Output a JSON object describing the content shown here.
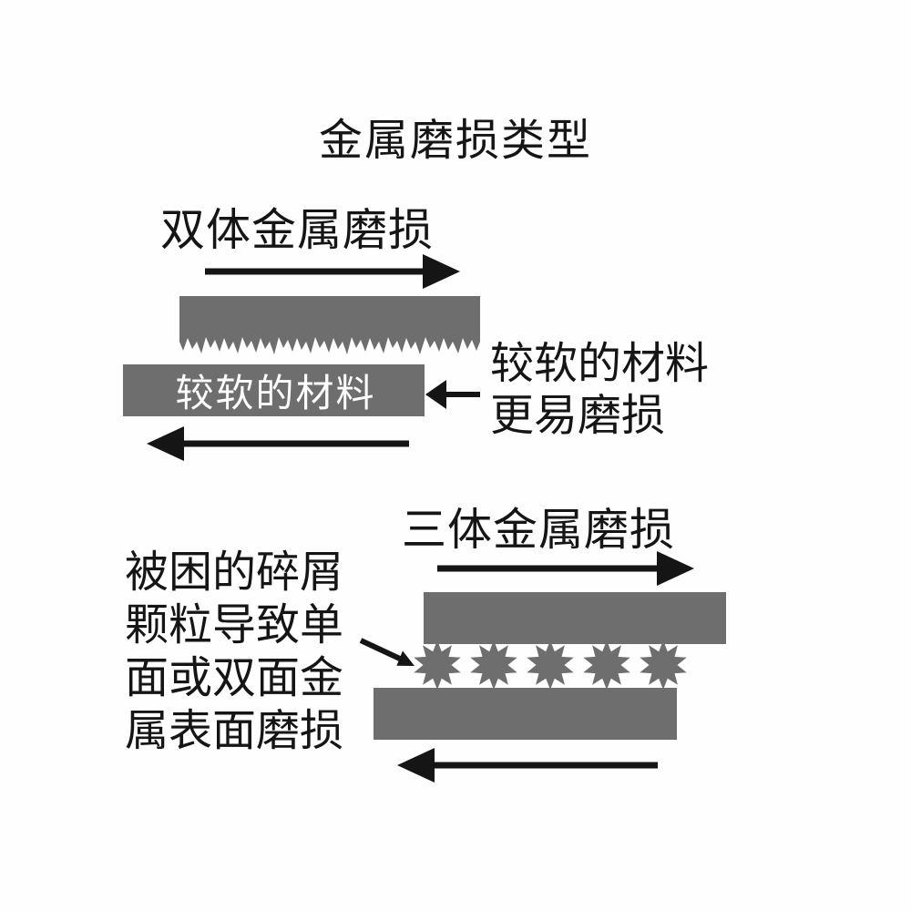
{
  "title": "金属磨损类型",
  "colors": {
    "block_gray": "#6e6e6e",
    "ink_black": "#151515",
    "background": "#fefefe",
    "soft_block_text": "#ffffff"
  },
  "two_body": {
    "heading": "双体金属磨损",
    "soft_block_label": "较软的材料",
    "note_lines": [
      "较软的材料",
      "更易磨损"
    ]
  },
  "three_body": {
    "heading": "三体金属磨损",
    "note_lines": [
      "被困的碎屑",
      "颗粒导致单",
      "面或双面金",
      "属表面磨损"
    ]
  }
}
